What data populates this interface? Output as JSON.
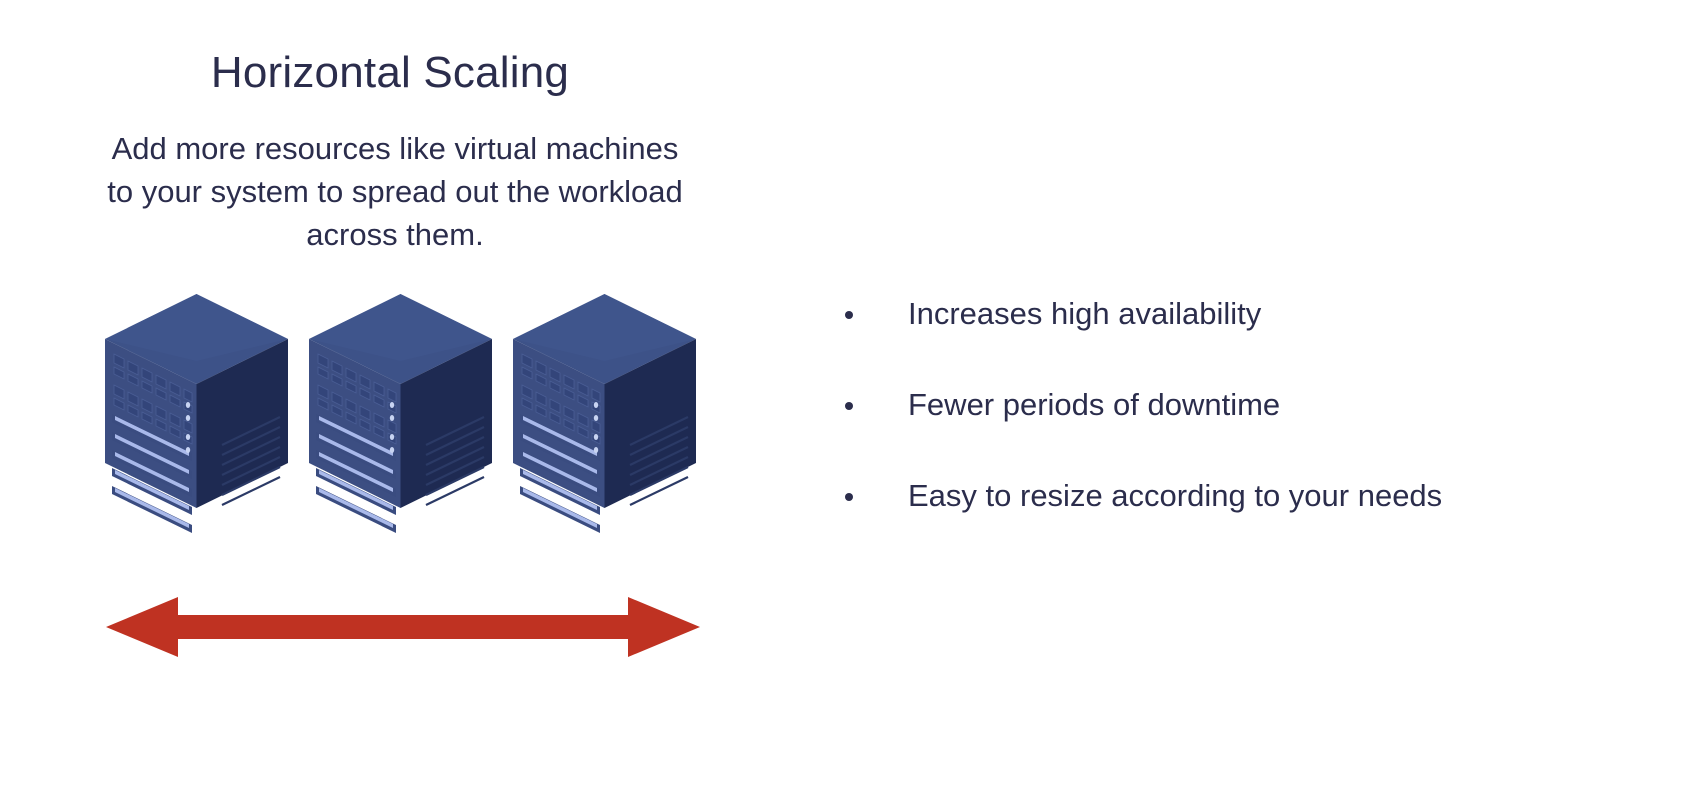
{
  "slide": {
    "background_color": "#ffffff",
    "title": "Horizontal Scaling",
    "subtitle": "Add more resources like virtual machines to your system to spread out the workload across them."
  },
  "colors": {
    "text_navy": "#2b2d4c",
    "server_top": "#3d5288",
    "server_front": "#3c4e82",
    "server_side": "#1e2a52",
    "server_slot_light": "#a9b9ea",
    "arrow_red": "#bf3222"
  },
  "illustration": {
    "name": "three-server-towers",
    "server_count": 3,
    "servers": [
      {
        "label": "server-tower-1"
      },
      {
        "label": "server-tower-2"
      },
      {
        "label": "server-tower-3"
      }
    ],
    "arrow": {
      "name": "horizontal-double-arrow",
      "direction": "both",
      "color": "#bf3222"
    }
  },
  "benefits": {
    "items": [
      {
        "bullet": "•",
        "text": "Increases high availability"
      },
      {
        "bullet": "•",
        "text": "Fewer periods of downtime"
      },
      {
        "bullet": "•",
        "text": "Easy to resize according to your needs"
      }
    ]
  }
}
